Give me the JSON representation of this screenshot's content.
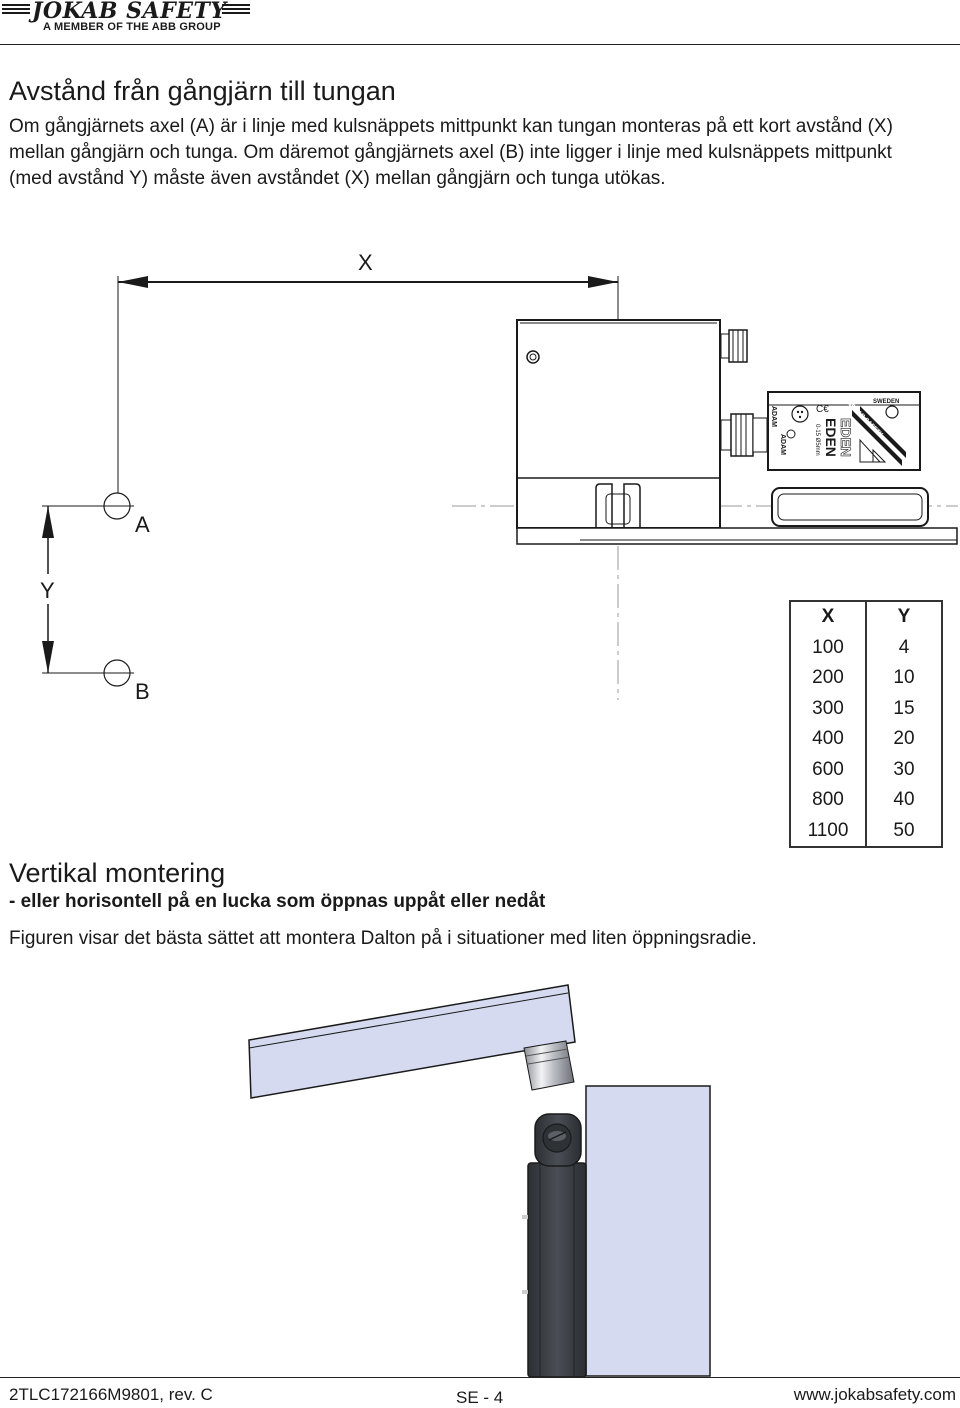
{
  "header": {
    "brand": "JOKAB SAFETY",
    "member": "A MEMBER OF THE ABB GROUP"
  },
  "section1": {
    "title": "Avstånd från gångjärn till tungan",
    "body": "Om gångjärnets axel (A) är i linje med kulsnäppets mittpunkt kan tungan monteras på ett kort avstånd (X) mellan gångjärn och tunga. Om däremot gångjärnets axel (B) inte ligger i linje med kulsnäppets mittpunkt (med avstånd Y) måste även avståndet (X) mellan gångjärn och tunga utökas."
  },
  "diagram": {
    "label_x": "X",
    "label_y": "Y",
    "label_a": "A",
    "label_b": "B",
    "device_text": {
      "eden1": "EDEN",
      "eden2": "EDEN",
      "adam1": "ADAM",
      "adam2": "ADAM",
      "sweden": "SWEDEN",
      "brand": "JOKAB SAFETY",
      "range": "0-15 Ø5mm"
    }
  },
  "table": {
    "headers": [
      "X",
      "Y"
    ],
    "rows": [
      [
        "100",
        "4"
      ],
      [
        "200",
        "10"
      ],
      [
        "300",
        "15"
      ],
      [
        "400",
        "20"
      ],
      [
        "600",
        "30"
      ],
      [
        "800",
        "40"
      ],
      [
        "1100",
        "50"
      ]
    ]
  },
  "section2": {
    "title": "Vertikal montering",
    "subtitle": "- eller horisontell på en lucka som öppnas uppåt eller nedåt",
    "caption": "Figuren visar det bästa sättet att montera Dalton på i situationer med liten öppningsradie."
  },
  "footer": {
    "doc_number": "2TLC172166M9801, rev. C",
    "page": "SE - 4",
    "website": "www.jokabsafety.com"
  },
  "colors": {
    "panel_blue": "#d6daf0",
    "device_dark": "#3a3d42",
    "line": "#1a1a1a"
  }
}
